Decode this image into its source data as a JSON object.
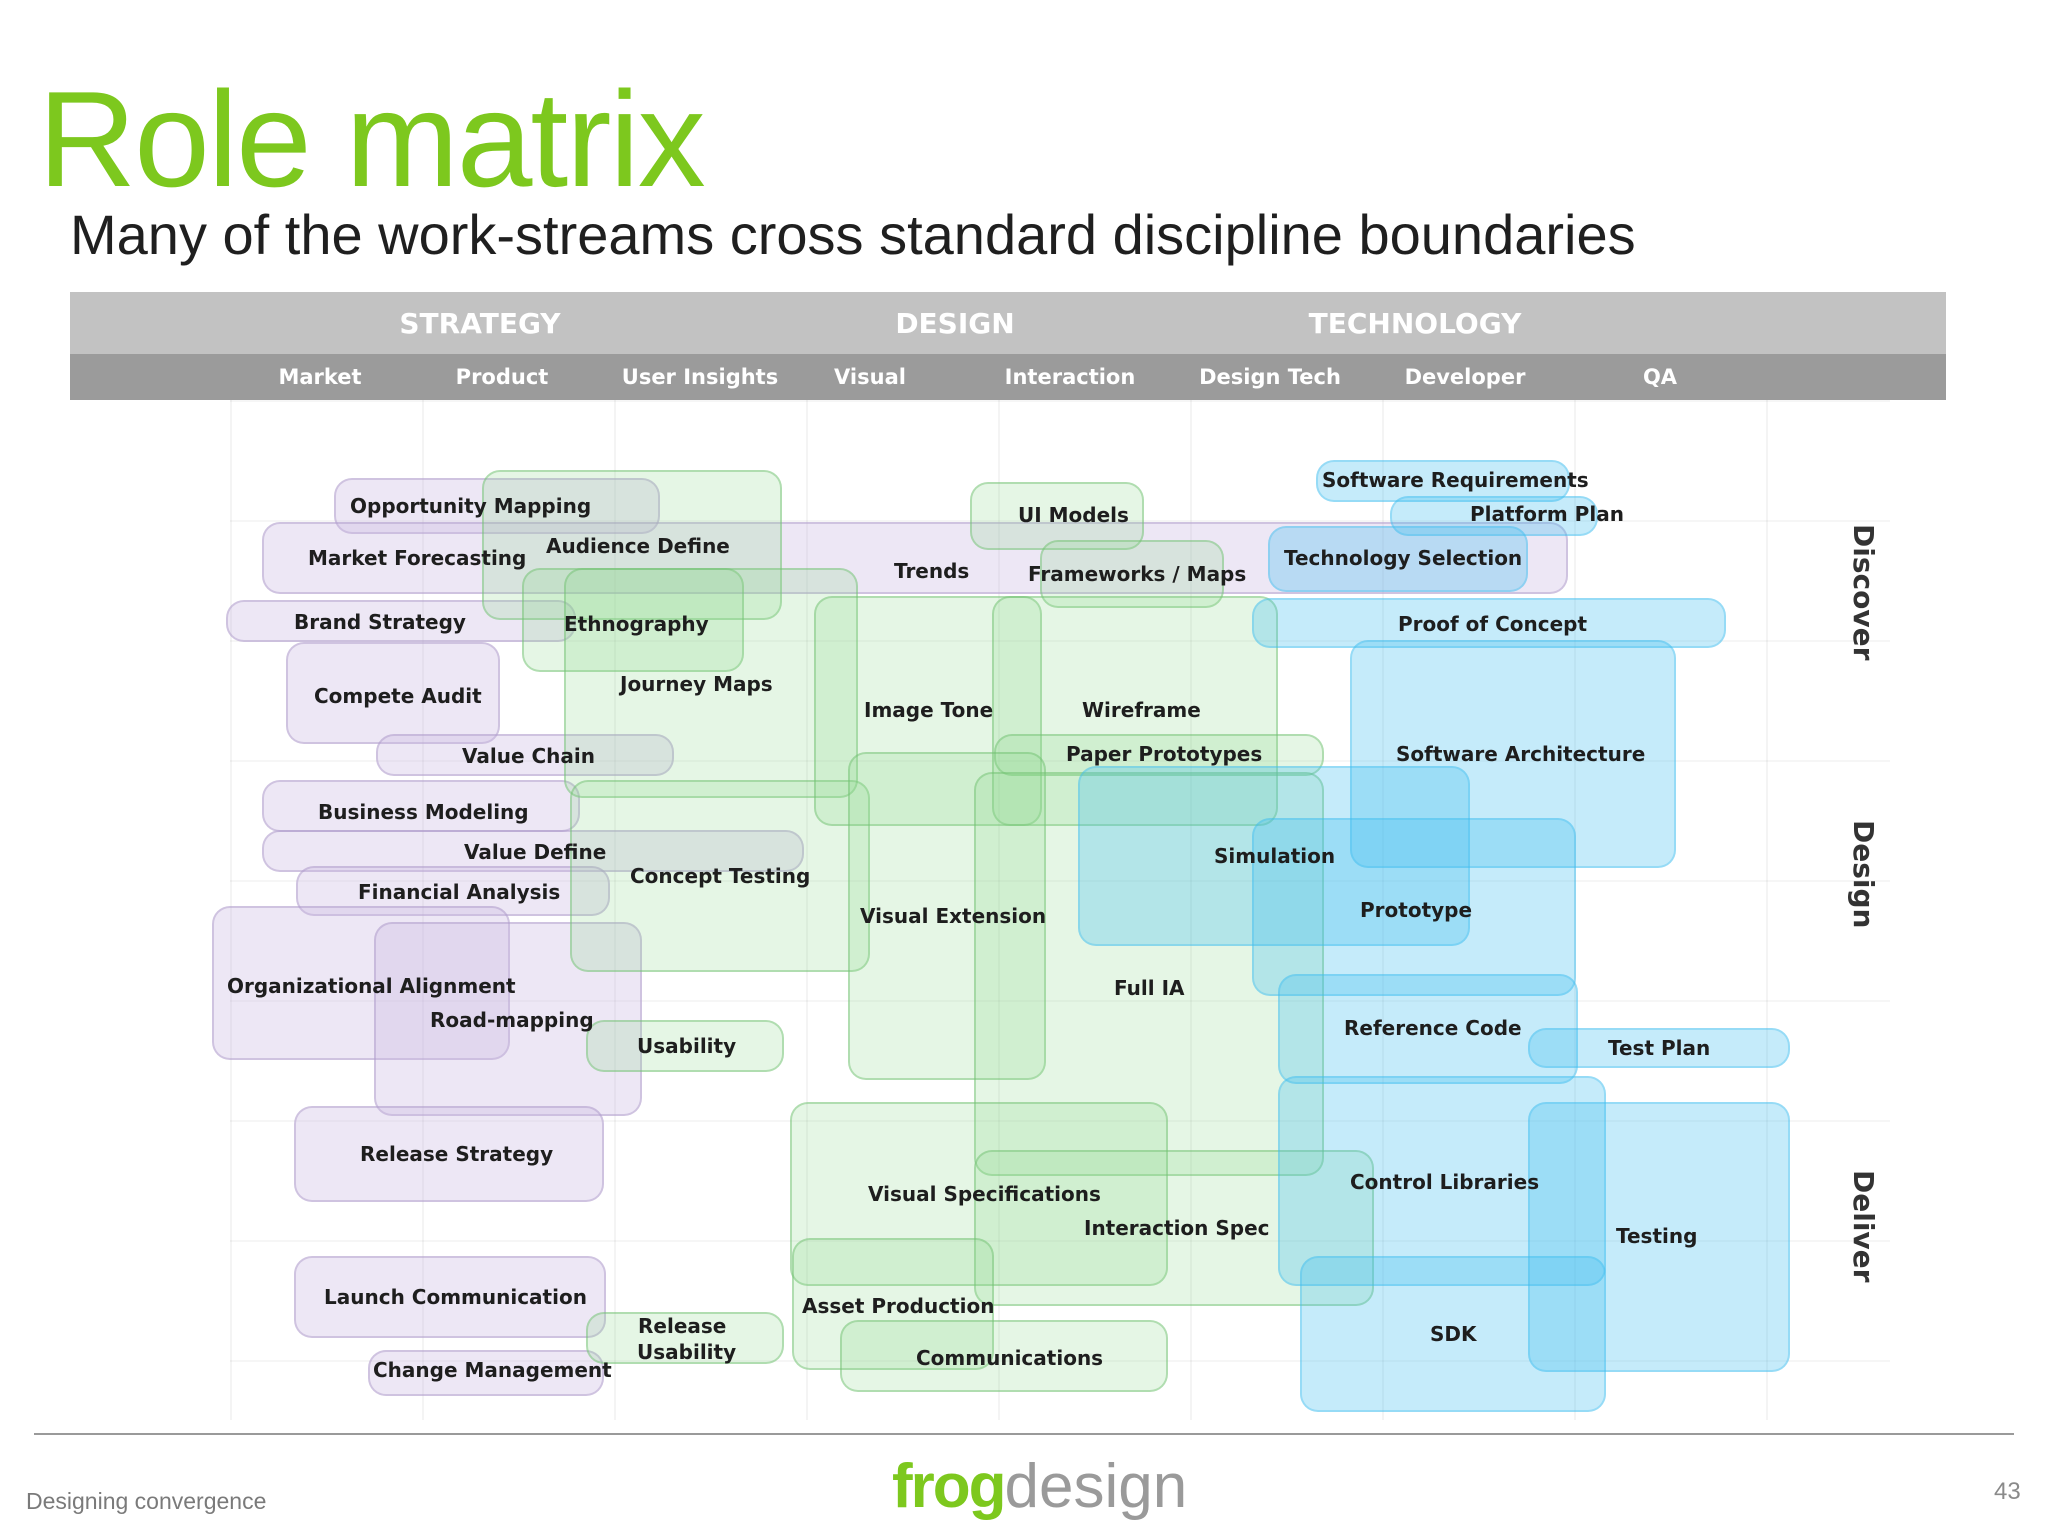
{
  "slide": {
    "title": "Role matrix",
    "subtitle": "Many of the work-streams cross standard discipline boundaries",
    "footer_text": "Designing convergence",
    "logo": {
      "part1": "frog",
      "part2": "design"
    },
    "page_number": "43"
  },
  "header": {
    "groups": [
      "STRATEGY",
      "DESIGN",
      "TECHNOLOGY"
    ],
    "disciplines": [
      "Market",
      "Product",
      "User Insights",
      "Visual",
      "Interaction",
      "Design Tech",
      "Developer",
      "QA"
    ]
  },
  "phases": [
    "Discover",
    "Design",
    "Deliver"
  ],
  "work_streams": {
    "opportunity_mapping": "Opportunity Mapping",
    "market_forecasting": "Market Forecasting",
    "audience_define": "Audience Define",
    "brand_strategy": "Brand Strategy",
    "ethnography": "Ethnography",
    "compete_audit": "Compete Audit",
    "journey_maps": "Journey Maps",
    "value_chain": "Value Chain",
    "business_modeling": "Business Modeling",
    "value_define": "Value Define",
    "financial_analysis": "Financial Analysis",
    "concept_testing": "Concept Testing",
    "organizational_alignment": "Organizational Alignment",
    "road_mapping": "Road-mapping",
    "usability": "Usability",
    "release_strategy": "Release Strategy",
    "launch_communication": "Launch Communication",
    "release_usability_1": "Release",
    "release_usability_2": "Usability",
    "change_management": "Change Management",
    "ui_models": "UI Models",
    "trends": "Trends",
    "frameworks_maps": "Frameworks / Maps",
    "image_tone": "Image Tone",
    "wireframe": "Wireframe",
    "paper_prototypes": "Paper Prototypes",
    "visual_extension": "Visual Extension",
    "full_ia": "Full IA",
    "visual_specifications": "Visual Specifications",
    "interaction_spec": "Interaction Spec",
    "asset_production": "Asset Production",
    "communications": "Communications",
    "software_requirements": "Software Requirements",
    "platform_plan": "Platform Plan",
    "technology_selection": "Technology Selection",
    "proof_of_concept": "Proof of Concept",
    "software_architecture": "Software Architecture",
    "simulation": "Simulation",
    "prototype": "Prototype",
    "reference_code": "Reference Code",
    "test_plan": "Test Plan",
    "control_libraries": "Control Libraries",
    "testing": "Testing",
    "sdk": "SDK"
  },
  "colors": {
    "accent_green": "#7dc81e",
    "strategy_purple": "#c9b5e0",
    "design_green": "#87d787",
    "technology_blue": "#40bef0"
  }
}
